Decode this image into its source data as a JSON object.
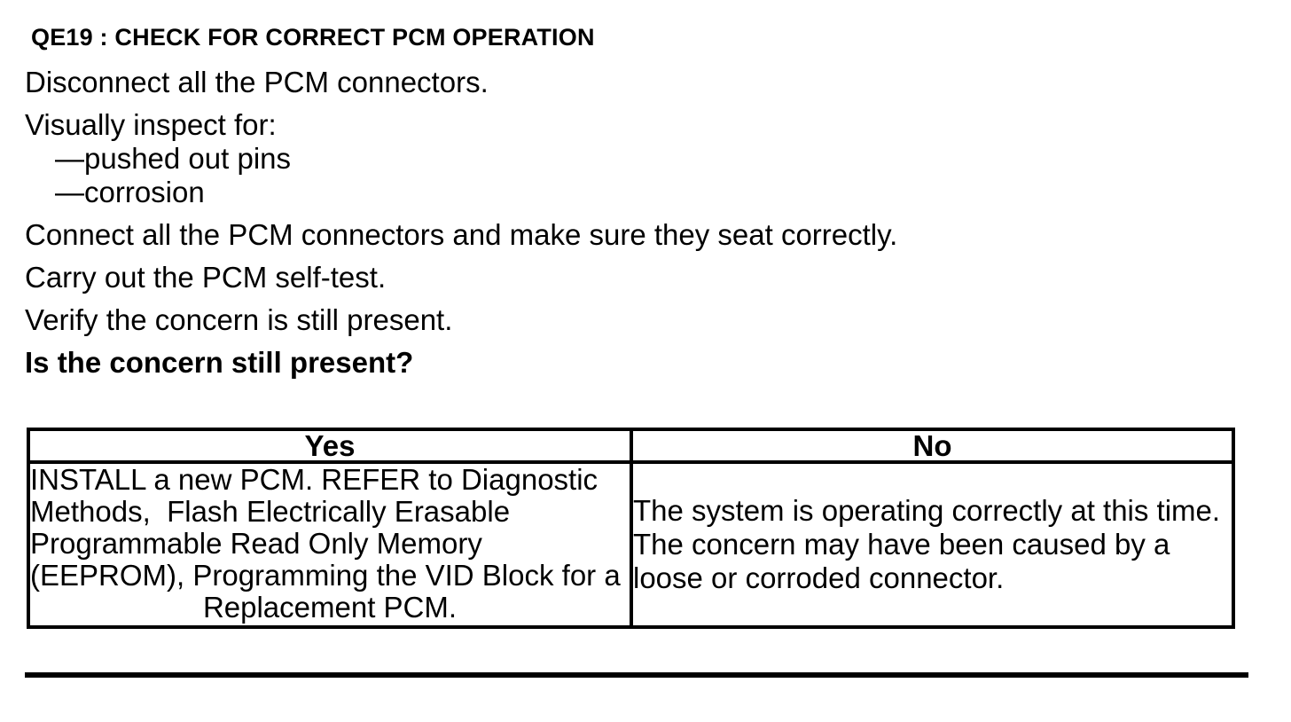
{
  "colors": {
    "text": "#000000",
    "background": "#ffffff",
    "table_border": "#000000"
  },
  "procedure": {
    "title": "QE19 : CHECK FOR CORRECT PCM OPERATION",
    "step_disconnect": "Disconnect all the PCM connectors.",
    "inspect_heading": "Visually inspect for:",
    "inspect_items": [
      "—pushed out pins",
      "—corrosion"
    ],
    "step_connect": "Connect all the PCM connectors and make sure they seat correctly.",
    "step_selftest": "Carry out the PCM self-test.",
    "step_verify": "Verify the concern is still present.",
    "question": "Is the concern still present?"
  },
  "results_table": {
    "headers": {
      "yes": "Yes",
      "no": "No"
    },
    "yes_lines": [
      "INSTALL a new PCM. REFER to Diagnostic",
      "Methods,  Flash Electrically Erasable",
      "Programmable Read Only Memory",
      "(EEPROM), Programming the VID Block for a",
      "Replacement PCM."
    ],
    "no_lines": [
      "The system is operating correctly at this time.",
      "The concern may have been caused by a",
      "loose or corroded connector."
    ]
  }
}
